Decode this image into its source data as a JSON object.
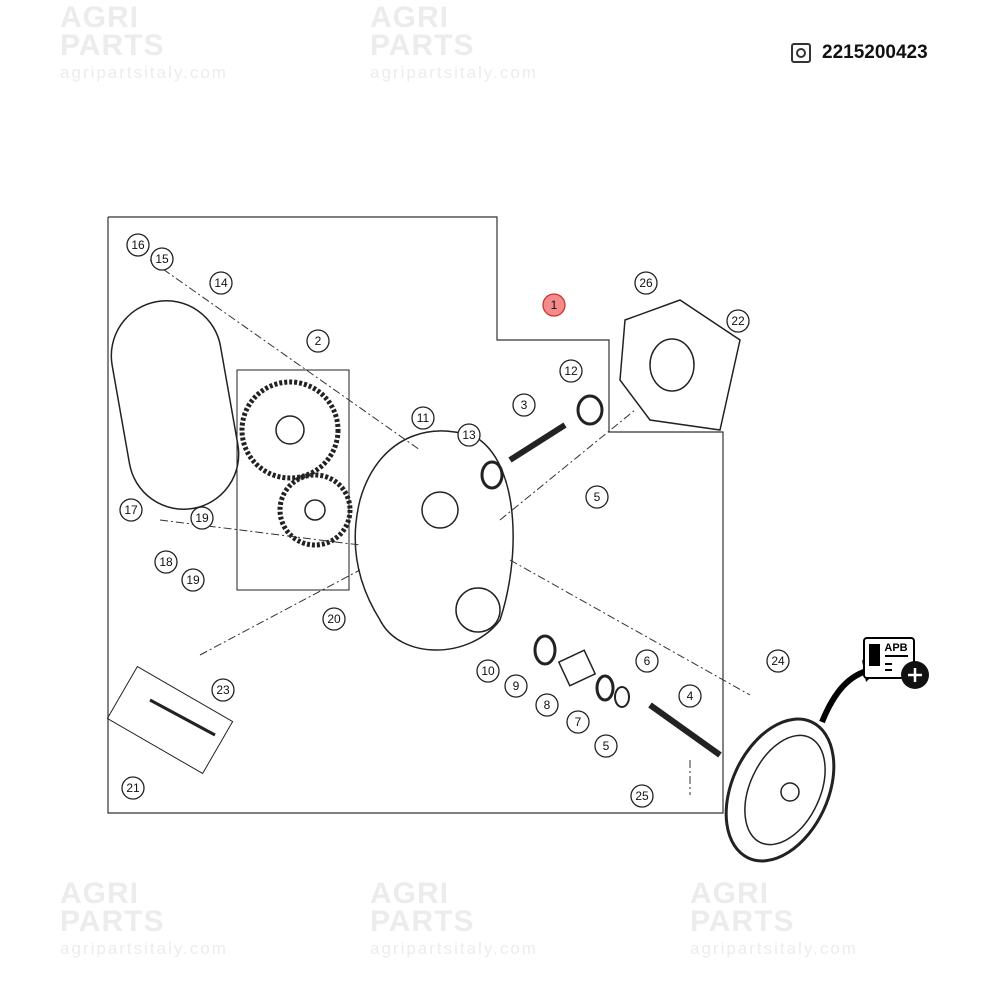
{
  "watermark": {
    "line1": "AGRI",
    "line2": "PARTS",
    "site": "agripartsitaly.com"
  },
  "header": {
    "icon": "parts-catalog-icon",
    "part_number": "2215200423"
  },
  "diagram": {
    "callouts": [
      "16",
      "15",
      "14",
      "2",
      "11",
      "3",
      "13",
      "12",
      "1",
      "26",
      "22",
      "5",
      "17",
      "19",
      "18",
      "19",
      "20",
      "23",
      "21",
      "10",
      "9",
      "8",
      "7",
      "6",
      "4",
      "5",
      "25",
      "24"
    ],
    "highlighted": "1",
    "highlight_color": "#f48a8a"
  },
  "apb_badge": {
    "label": "APB",
    "icon": "add-to-cart-icon"
  }
}
